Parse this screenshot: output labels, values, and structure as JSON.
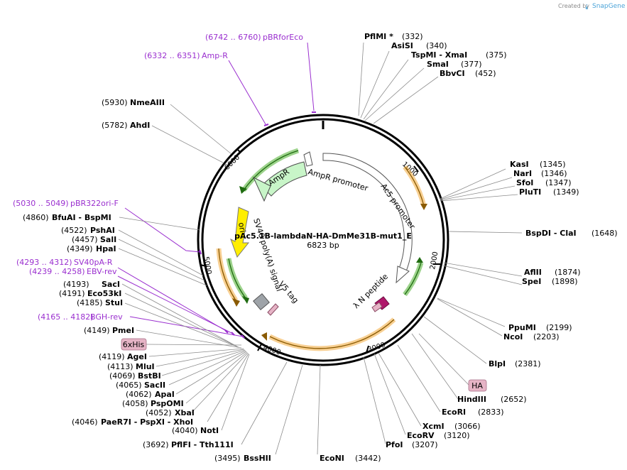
{
  "credit": {
    "prefix": "Created by",
    "brand": "SnapGene"
  },
  "plasmid": {
    "name": "pAc5.1B-lambdaN-HA-DmMe31B-mut1_E",
    "size": "6823 bp"
  },
  "ticks": [
    "1000",
    "2000",
    "3000",
    "4000",
    "5000",
    "6000"
  ],
  "primers": [
    {
      "range": "(6742 .. 6760)",
      "name": "pBRforEco"
    },
    {
      "range": "(6332 .. 6351)",
      "name": "Amp-R"
    },
    {
      "range": "(5030 .. 5049)",
      "name": "pBR322ori-F"
    },
    {
      "range": "(4293 .. 4312)",
      "name": "SV40pA-R"
    },
    {
      "range": "(4239 .. 4258)",
      "name": "EBV-rev"
    },
    {
      "range": "(4165 .. 4182)",
      "name": "BGH-rev"
    }
  ],
  "sites_right": [
    {
      "name": "PflMI *",
      "pos": "(332)"
    },
    {
      "name": "AsiSI",
      "pos": "(340)"
    },
    {
      "name": "TspMI   - XmaI",
      "pos": "(375)"
    },
    {
      "name": "SmaI",
      "pos": "(377)"
    },
    {
      "name": "BbvCI",
      "pos": "(452)"
    },
    {
      "name": "KasI",
      "pos": "(1345)"
    },
    {
      "name": "NarI",
      "pos": "(1346)"
    },
    {
      "name": "SfoI",
      "pos": "(1347)"
    },
    {
      "name": "PluTI",
      "pos": "(1349)"
    },
    {
      "name": "BspDI   - ClaI",
      "pos": "(1648)"
    },
    {
      "name": "AflII",
      "pos": "(1874)"
    },
    {
      "name": "SpeI",
      "pos": "(1898)"
    },
    {
      "name": "PpuMI",
      "pos": "(2199)"
    },
    {
      "name": "NcoI",
      "pos": "(2203)"
    },
    {
      "name": "BlpI",
      "pos": "(2381)"
    },
    {
      "name": "HindIII",
      "pos": "(2652)"
    },
    {
      "name": "EcoRI",
      "pos": "(2833)"
    },
    {
      "name": "XcmI",
      "pos": "(3066)"
    },
    {
      "name": "EcoRV",
      "pos": "(3120)"
    },
    {
      "name": "PfoI",
      "pos": "(3207)"
    },
    {
      "name": "EcoNI",
      "pos": "(3442)"
    }
  ],
  "sites_left": [
    {
      "name": "NmeAIII",
      "pos": "(5930)"
    },
    {
      "name": "AhdI",
      "pos": "(5782)"
    },
    {
      "name": "BfuAI   - BspMI",
      "pos": "(4860)"
    },
    {
      "name": "PshAI",
      "pos": "(4522)"
    },
    {
      "name": "SalI",
      "pos": "(4457)"
    },
    {
      "name": "HpaI",
      "pos": "(4349)"
    },
    {
      "name": "SacI",
      "pos": "(4193)"
    },
    {
      "name": "Eco53kI",
      "pos": "(4191)"
    },
    {
      "name": "StuI",
      "pos": "(4185)"
    },
    {
      "name": "PmeI",
      "pos": "(4149)"
    },
    {
      "name": "AgeI",
      "pos": "(4119)"
    },
    {
      "name": "MluI",
      "pos": "(4113)"
    },
    {
      "name": "BstBI",
      "pos": "(4069)"
    },
    {
      "name": "SacII",
      "pos": "(4065)"
    },
    {
      "name": "ApaI",
      "pos": "(4062)"
    },
    {
      "name": "PspOMI",
      "pos": "(4058)"
    },
    {
      "name": "XbaI",
      "pos": "(4052)"
    },
    {
      "name": "PaeR7I   - PspXI   - XhoI",
      "pos": "(4046)"
    },
    {
      "name": "NotI",
      "pos": "(4040)"
    },
    {
      "name": "PflFI   - Tth111I",
      "pos": "(3692)"
    },
    {
      "name": "BssHII",
      "pos": "(3495)"
    }
  ],
  "tags": {
    "his": "6xHis",
    "ha": "HA"
  },
  "features": {
    "ampr": "AmpR",
    "ampr_promoter": "AmpR promoter",
    "ac5_promoter": "Ac5 promoter",
    "ori": "ori",
    "sv40": "SV40 poly(A) signal",
    "v5": "V5 tag",
    "lambda_n": "λ N peptide"
  },
  "colors": {
    "primer": "#9a2fcf",
    "ampr_fill": "#c8f5c8",
    "ori_fill": "#ffee00",
    "orf_orange": "#f2a93b",
    "orf_green": "#4caf2e",
    "tag_pink": "#e6b4c6",
    "backbone": "#000000"
  }
}
